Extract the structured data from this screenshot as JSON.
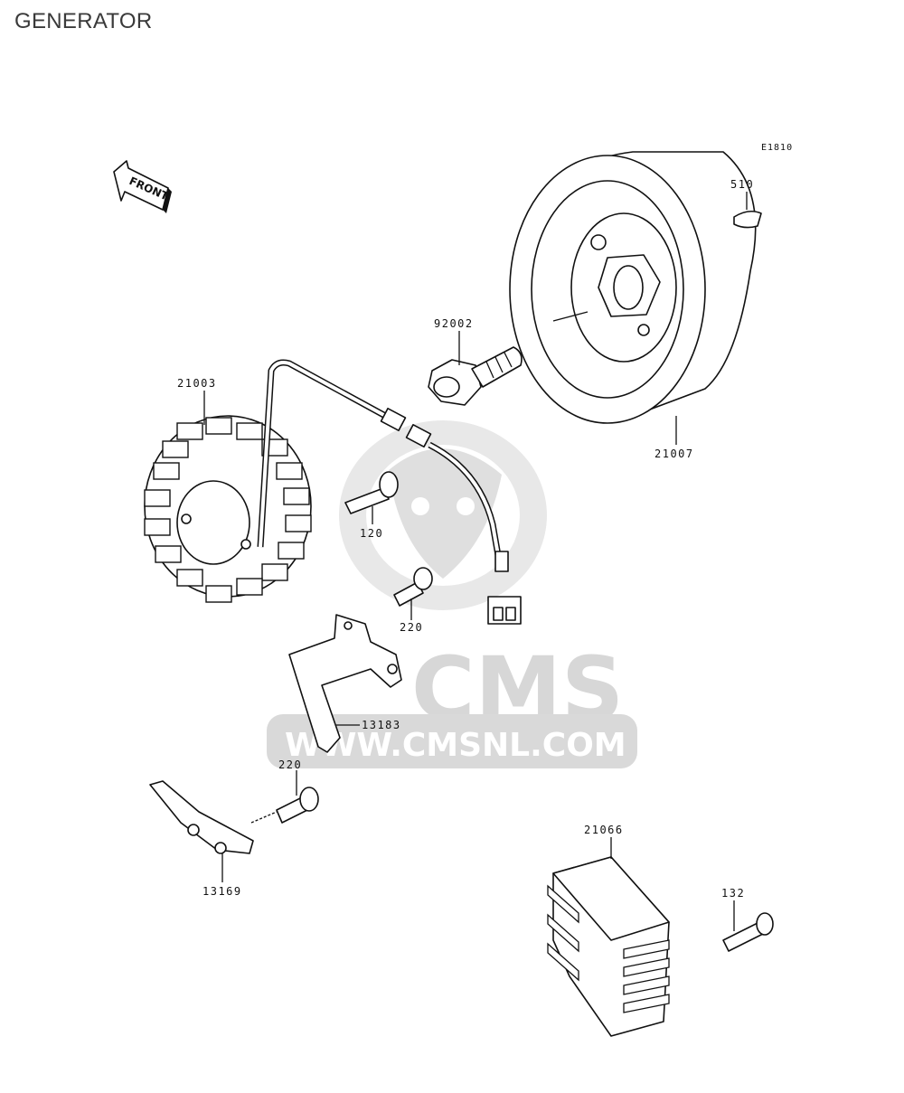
{
  "page_title": "GENERATOR",
  "diagram_code": "E1810",
  "front_label": "FRONT",
  "watermark": {
    "brand": "CMS",
    "url": "WWW.CMSNL.COM",
    "color": "#d7d7d7"
  },
  "callouts": [
    {
      "id": "21003",
      "label": "21003"
    },
    {
      "id": "92002",
      "label": "92002"
    },
    {
      "id": "21007",
      "label": "21007"
    },
    {
      "id": "510",
      "label": "510"
    },
    {
      "id": "120",
      "label": "120"
    },
    {
      "id": "220a",
      "label": "220"
    },
    {
      "id": "13183",
      "label": "13183"
    },
    {
      "id": "220b",
      "label": "220"
    },
    {
      "id": "13169",
      "label": "13169"
    },
    {
      "id": "21066",
      "label": "21066"
    },
    {
      "id": "132",
      "label": "132"
    }
  ]
}
